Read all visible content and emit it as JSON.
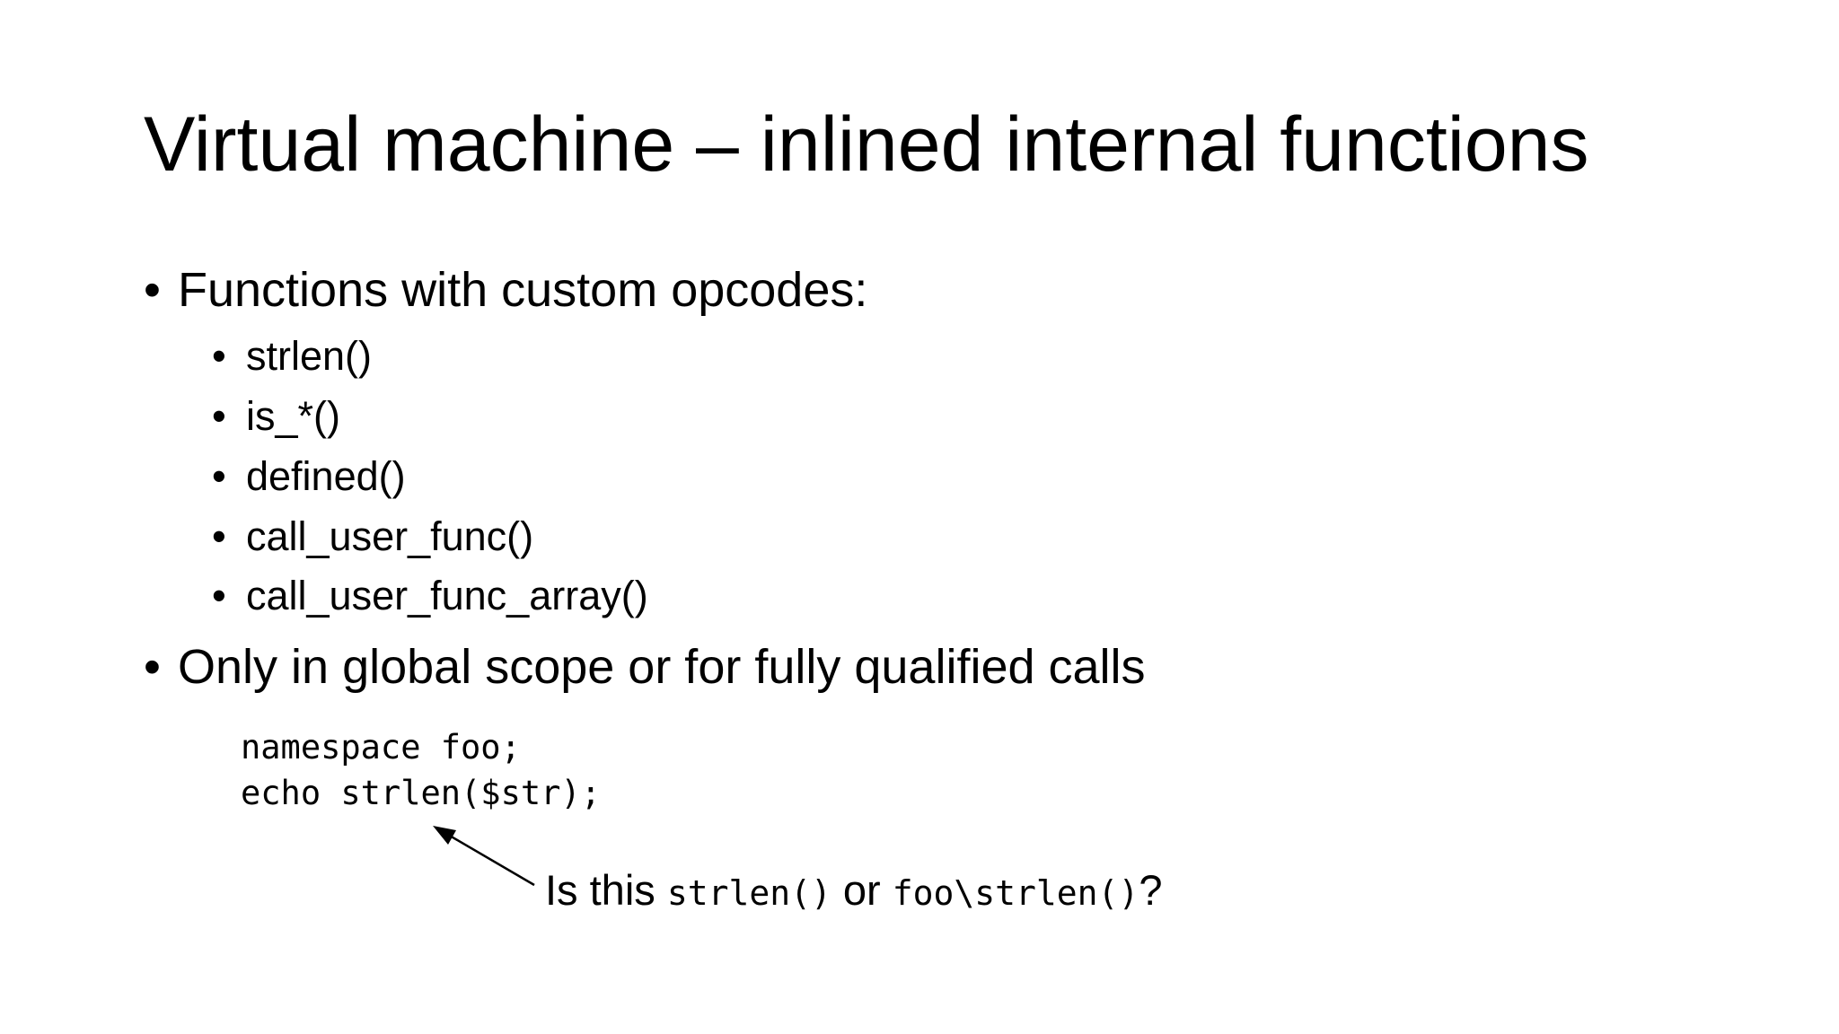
{
  "slide": {
    "title": "Virtual machine – inlined internal functions",
    "bullet_char": "•",
    "bullets": [
      {
        "text": "Functions with custom opcodes:",
        "sub": [
          "strlen()",
          "is_*()",
          "defined()",
          "call_user_func()",
          "call_user_func_array()"
        ]
      },
      {
        "text": "Only in global scope or for fully qualified calls"
      }
    ],
    "code": [
      "namespace foo;",
      "echo strlen($str);"
    ],
    "callout": {
      "prefix": "Is this ",
      "code1": "strlen()",
      "middle": " or ",
      "code2": "foo\\strlen()",
      "suffix": "?"
    }
  }
}
